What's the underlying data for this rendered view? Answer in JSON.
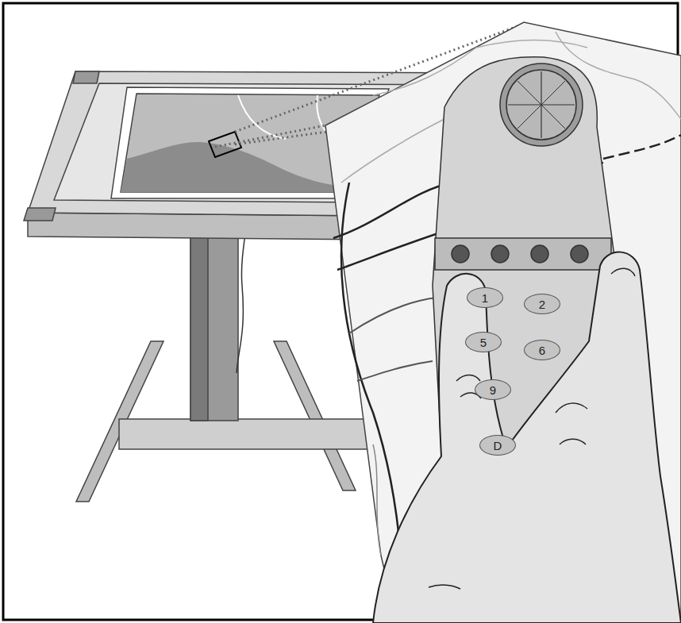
{
  "diagram": {
    "nodes": [
      {
        "text": [
          "1"
        ]
      },
      {
        "text": [
          "2"
        ]
      },
      {
        "text": [
          "5"
        ]
      },
      {
        "text": [
          "6"
        ]
      },
      {
        "text": [
          "9"
        ]
      },
      {
        "text": [
          "D"
        ]
      }
    ]
  }
}
